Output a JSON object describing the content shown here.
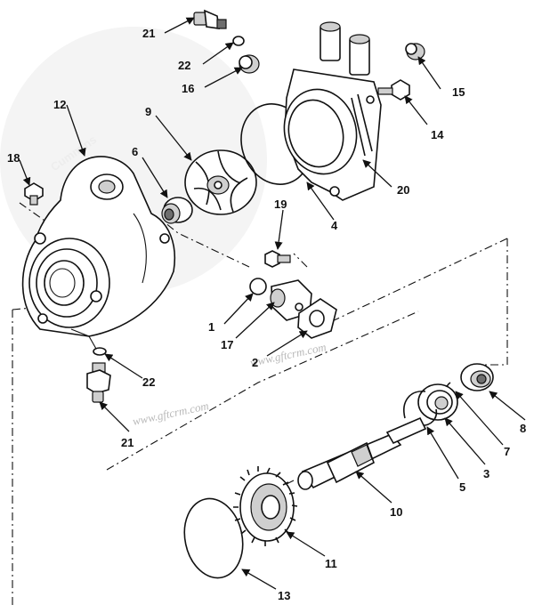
{
  "watermark": {
    "url_top": "www.gftcrm.com",
    "url_bottom": "www.gftcrm.com",
    "arc_text": "Cummins"
  },
  "callouts": {
    "c1": "1",
    "c2": "2",
    "c3": "3",
    "c4": "4",
    "c5": "5",
    "c6": "6",
    "c7": "7",
    "c8": "8",
    "c9": "9",
    "c10": "10",
    "c11": "11",
    "c12": "12",
    "c13": "13",
    "c14": "14",
    "c15": "15",
    "c16": "16",
    "c17": "17",
    "c18": "18",
    "c19": "19",
    "c20": "20",
    "c21a": "21",
    "c21b": "21",
    "c22a": "22",
    "c22b": "22"
  }
}
